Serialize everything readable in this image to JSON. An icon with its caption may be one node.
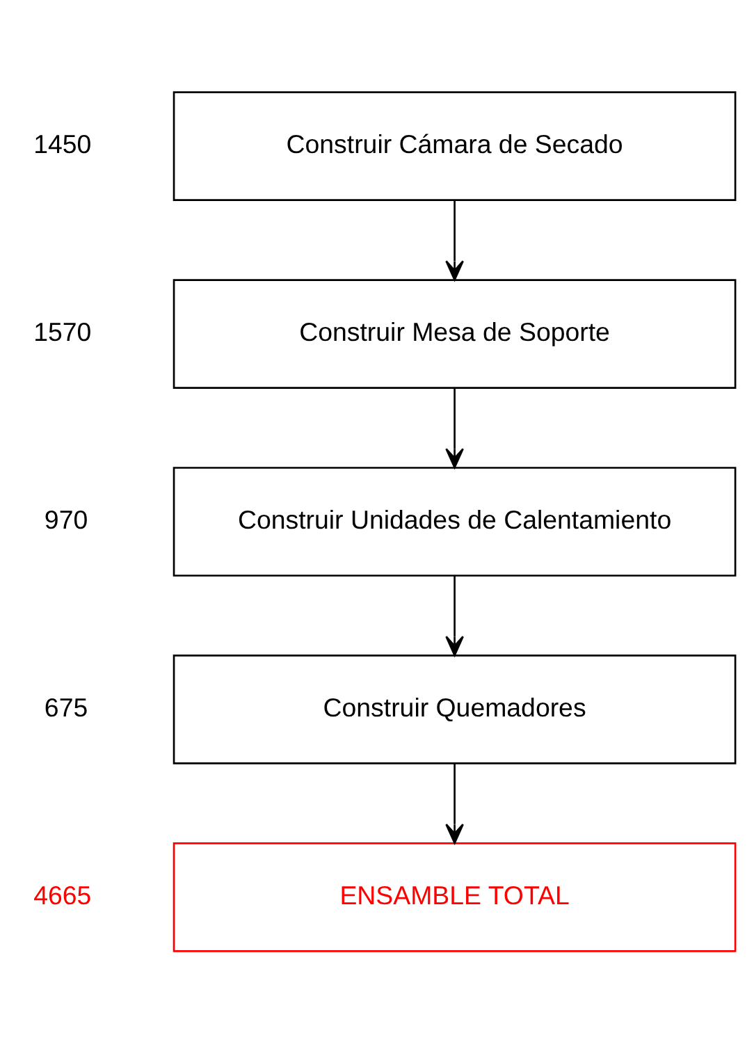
{
  "diagram": {
    "nodes": [
      {
        "text": [
          "Construir Cámara de Secado"
        ],
        "beside": [
          "1450"
        ]
      },
      {
        "text": [
          "Construir Mesa de Soporte"
        ],
        "beside": [
          "1570"
        ]
      },
      {
        "text": [
          "Construir Unidades de Calentamiento"
        ],
        "beside": [
          "970"
        ]
      },
      {
        "text": [
          "Construir Quemadores"
        ],
        "beside": [
          "675"
        ]
      },
      {
        "text": [
          "ENSAMBLE TOTAL"
        ],
        "beside": [
          "4665"
        ]
      }
    ],
    "edges": [
      {
        "from": 0,
        "to": 1,
        "arrow": "to"
      },
      {
        "from": 1,
        "to": 2,
        "arrow": "to"
      },
      {
        "from": 2,
        "to": 3,
        "arrow": "to"
      },
      {
        "from": 3,
        "to": 4,
        "arrow": "to"
      }
    ]
  }
}
